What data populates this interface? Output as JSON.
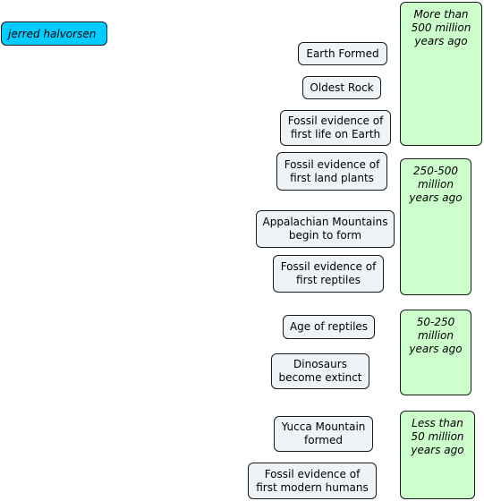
{
  "author": {
    "label": "jerred halvorsen"
  },
  "eras": [
    {
      "label": "More than\n500 million\nyears ago"
    },
    {
      "label": "250-500\nmillion\nyears ago"
    },
    {
      "label": "50-250\nmillion\nyears ago"
    },
    {
      "label": "Less than\n50 million\nyears ago"
    }
  ],
  "events": [
    {
      "label": "Earth Formed"
    },
    {
      "label": "Oldest Rock"
    },
    {
      "label": "Fossil evidence of\nfirst life on Earth"
    },
    {
      "label": "Fossil evidence of\nfirst land plants"
    },
    {
      "label": "Appalachian Mountains\nbegin to form"
    },
    {
      "label": "Fossil evidence of\nfirst reptiles"
    },
    {
      "label": "Age of reptiles"
    },
    {
      "label": "Dinosaurs\nbecome extinct"
    },
    {
      "label": "Yucca Mountain\nformed"
    },
    {
      "label": "Fossil evidence of\nfirst modern humans"
    }
  ],
  "colors": {
    "author_fill": "#00ccff",
    "event_fill": "#eef3f7",
    "era_fill": "#ccffcc",
    "border": "#1a1a1a"
  }
}
